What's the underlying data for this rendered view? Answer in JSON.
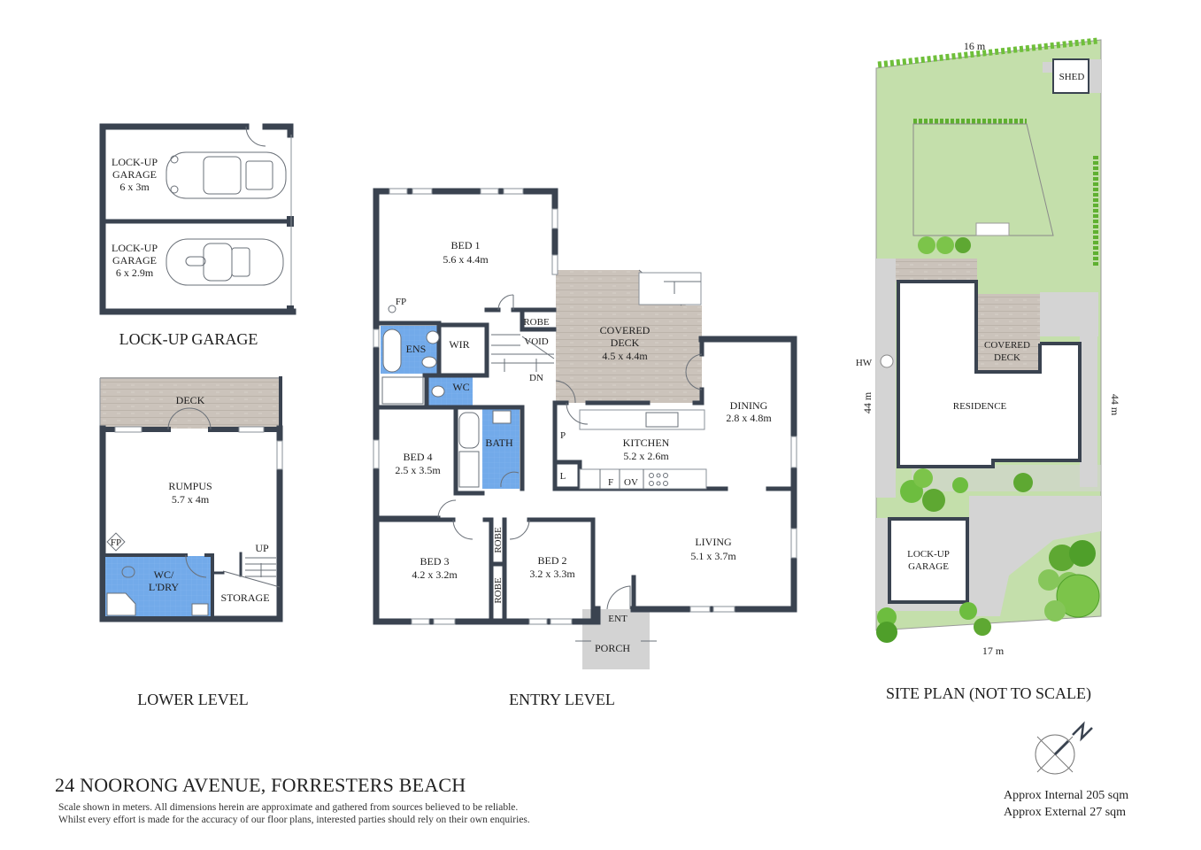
{
  "property": {
    "address": "24 NOORONG AVENUE, FORRESTERS BEACH",
    "disclaimer_line1": "Scale shown in meters. All dimensions herein are approximate and gathered from sources believed to be reliable.",
    "disclaimer_line2": "Whilst every effort is made for the accuracy of our floor plans, interested parties should rely on their own enquiries.",
    "area_internal": "Approx Internal 205 sqm",
    "area_external": "Approx External 27 sqm"
  },
  "colors": {
    "wall": "#3a4350",
    "wet_area": "#6fa8e8",
    "deck": "#c9c0b8",
    "lawn": "#c3dea8",
    "hedge": "#6fbf3a",
    "paving": "#d4d4d4"
  },
  "garage_plan": {
    "title": "LOCK-UP GARAGE",
    "rooms": [
      {
        "name": "LOCK-UP",
        "name2": "GARAGE",
        "dims": "6 x 3m"
      },
      {
        "name": "LOCK-UP",
        "name2": "GARAGE",
        "dims": "6 x 2.9m"
      }
    ]
  },
  "lower_level": {
    "title": "LOWER LEVEL",
    "rooms": {
      "deck": "DECK",
      "rumpus": {
        "name": "RUMPUS",
        "dims": "5.7 x 4m"
      },
      "wc_ldry_1": "WC/",
      "wc_ldry_2": "L'DRY",
      "storage": "STORAGE",
      "fp": "FP",
      "up": "UP"
    }
  },
  "entry_level": {
    "title": "ENTRY LEVEL",
    "rooms": {
      "bed1": {
        "name": "BED 1",
        "dims": "5.6 x 4.4m"
      },
      "fp": "FP",
      "ens": "ENS",
      "wir": "WIR",
      "wc": "WC",
      "robe_top": "ROBE",
      "void": "VOID",
      "dn": "DN",
      "covered_deck": {
        "name": "COVERED",
        "name2": "DECK",
        "dims": "4.5 x 4.4m"
      },
      "dining": {
        "name": "DINING",
        "dims": "2.8 x 4.8m"
      },
      "kitchen": {
        "name": "KITCHEN",
        "dims": "5.2 x 2.6m"
      },
      "p": "P",
      "l": "L",
      "f": "F",
      "ov": "OV",
      "bed4": {
        "name": "BED 4",
        "dims": "2.5 x 3.5m"
      },
      "bath": "BATH",
      "bed3": {
        "name": "BED 3",
        "dims": "4.2 x 3.2m"
      },
      "robe_a": "ROBE",
      "robe_b": "ROBE",
      "bed2": {
        "name": "BED 2",
        "dims": "3.2 x 3.3m"
      },
      "living": {
        "name": "LIVING",
        "dims": "5.1 x 3.7m"
      },
      "ent": "ENT",
      "porch": "PORCH"
    }
  },
  "site_plan": {
    "title": "SITE PLAN (NOT TO SCALE)",
    "top_width": "16 m",
    "bottom_width": "17 m",
    "left_depth": "44 m",
    "right_depth": "44 m",
    "shed": "SHED",
    "hw": "HW",
    "covered_deck_1": "COVERED",
    "covered_deck_2": "DECK",
    "residence": "RESIDENCE",
    "garage_1": "LOCK-UP",
    "garage_2": "GARAGE"
  },
  "compass": {
    "north_label": "N",
    "icon": "north-arrow-icon"
  }
}
